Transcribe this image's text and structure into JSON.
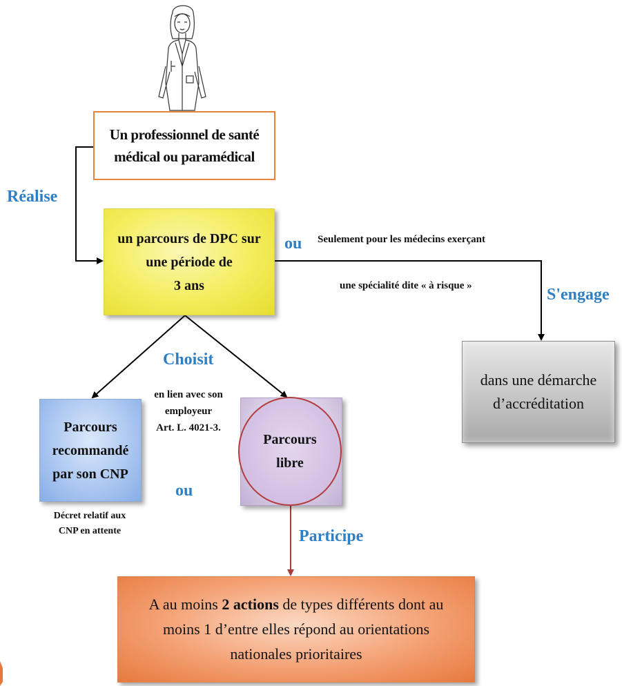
{
  "professional": {
    "lines": [
      "Un professionnel  de santé",
      "médical ou paramédical"
    ]
  },
  "dpc": {
    "lines": [
      "un parcours de DPC sur",
      "une période de",
      "3 ans"
    ]
  },
  "verbs": {
    "realise": "Réalise",
    "ou_top": "ou",
    "sengage": "S'engage",
    "choisit": "Choisit",
    "ou_bottom": "ou",
    "participe": "Participe"
  },
  "notes": {
    "seulement": "Seulement pour les médecins exerçant",
    "risque": "une spécialité dite « à risque »",
    "employeur": [
      "en lien avec son",
      "employeur",
      "Art. L. 4021-3."
    ],
    "decret": [
      "Décret relatif aux",
      "CNP en attente"
    ]
  },
  "accreditation": {
    "lines": [
      "dans une démarche",
      "d’accréditation"
    ]
  },
  "recommended": {
    "lines": [
      "Parcours",
      "recommandé",
      "par son CNP"
    ]
  },
  "libre": {
    "lines": [
      "Parcours",
      "libre"
    ]
  },
  "actions": {
    "line1_a": "A au moins ",
    "line1_bold": "2 actions",
    "line1_b": " de types différents dont au",
    "line2": "moins 1 d’entre elles répond au orientations",
    "line3": "nationales prioritaires"
  },
  "colors": {
    "verb_blue": "#2f7fc4",
    "pro_border": "#e8823a",
    "dpc_yellow": "#f4ed5c",
    "accr_grey": "#c9c9c9",
    "reco_blue": "#a9c5f0",
    "libre_lavender": "#d8cce6",
    "libre_ellipse": "#b33c3c",
    "actions_orange": "#f4a073",
    "participe_arrow": "#a83b3b"
  }
}
